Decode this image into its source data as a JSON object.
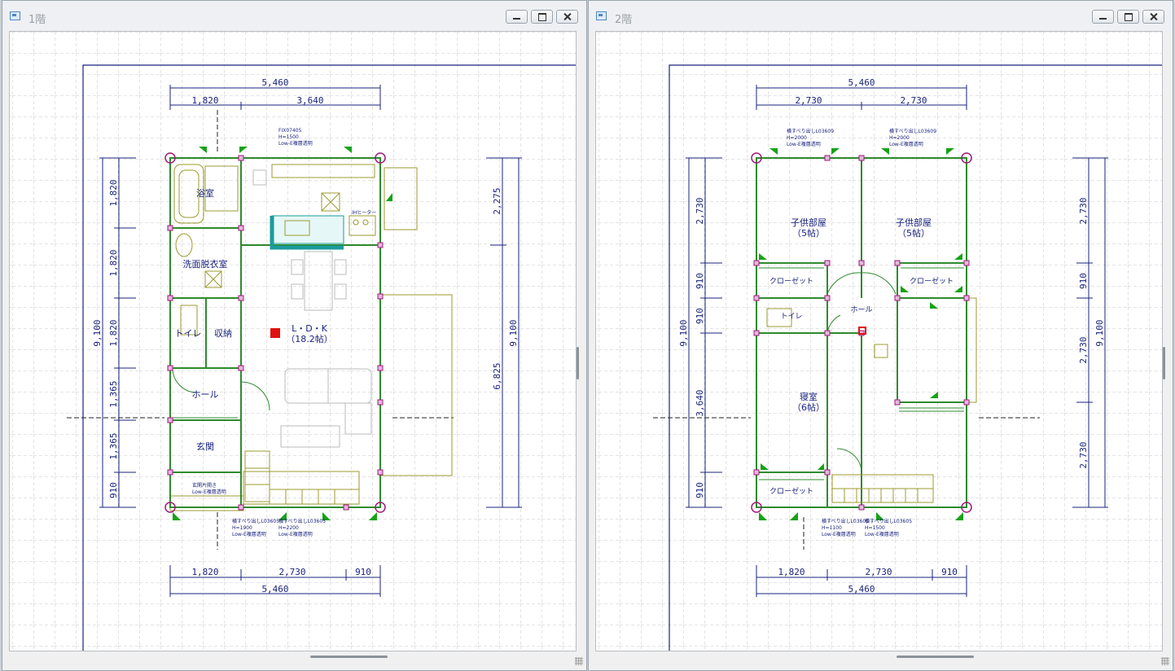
{
  "windows": [
    {
      "title": "1階",
      "dims_top": {
        "total": "5,460",
        "parts": [
          "1,820",
          "3,640"
        ]
      },
      "dims_bottom": {
        "total": "5,460",
        "parts": [
          "1,820",
          "2,730",
          "910"
        ]
      },
      "dims_left": {
        "total": "9,100",
        "parts": [
          "1,820",
          "1,820",
          "1,820",
          "1,365",
          "1,365",
          "910"
        ]
      },
      "dims_right": {
        "total": "9,100",
        "parts": [
          "2,275",
          "6,825"
        ]
      },
      "rooms": {
        "bath": "浴室",
        "wash": "洗面脱衣室",
        "toilet": "トイレ",
        "storage": "収納",
        "hall": "ホール",
        "entrance": "玄関",
        "ldk": "L・D・K",
        "ldk_size": "（18.2帖）"
      },
      "notes": {
        "top_window": [
          "FIX07405",
          "H=1500",
          "Low-E複層透明"
        ],
        "bottom_window_a": [
          "横すべり出しL03605",
          "H=1900",
          "Low-E複層透明"
        ],
        "bottom_window_b": [
          "横すべり出しL03605",
          "H=2200",
          "Low-E複層透明"
        ],
        "entry_door": [
          "玄関片開き",
          "Low-E複層透明"
        ],
        "ih": "IHヒーター"
      }
    },
    {
      "title": "2階",
      "dims_top": {
        "total": "5,460",
        "parts": [
          "2,730",
          "2,730"
        ]
      },
      "dims_bottom": {
        "total": "5,460",
        "parts": [
          "1,820",
          "2,730",
          "910"
        ]
      },
      "dims_left": {
        "total": "9,100",
        "parts": [
          "2,730",
          "910",
          "910",
          "3,640",
          "910"
        ]
      },
      "dims_right": {
        "total": "9,100",
        "parts": [
          "2,730",
          "910",
          "2,730",
          "2,730"
        ]
      },
      "rooms": {
        "kids1": "子供部屋",
        "kids1_size": "（5帖）",
        "kids2": "子供部屋",
        "kids2_size": "（5帖）",
        "closet1": "クローゼット",
        "closet2": "クローゼット",
        "toilet": "トイレ",
        "hall": "ホール",
        "bed": "寝室",
        "bed_size": "（6帖）",
        "closet3": "クローゼット"
      },
      "notes": {
        "top_window_a": [
          "横すべり出しL03609",
          "H=2000",
          "Low-E複層透明"
        ],
        "top_window_b": [
          "横すべり出しL03609",
          "H=2000",
          "Low-E複層透明"
        ],
        "bottom_window_a": [
          "横すべり出しL03605",
          "H=1100",
          "Low-E複層透明"
        ],
        "bottom_window_b": [
          "横すべり出しL03605",
          "H=1500",
          "Low-E複層透明"
        ]
      }
    }
  ]
}
